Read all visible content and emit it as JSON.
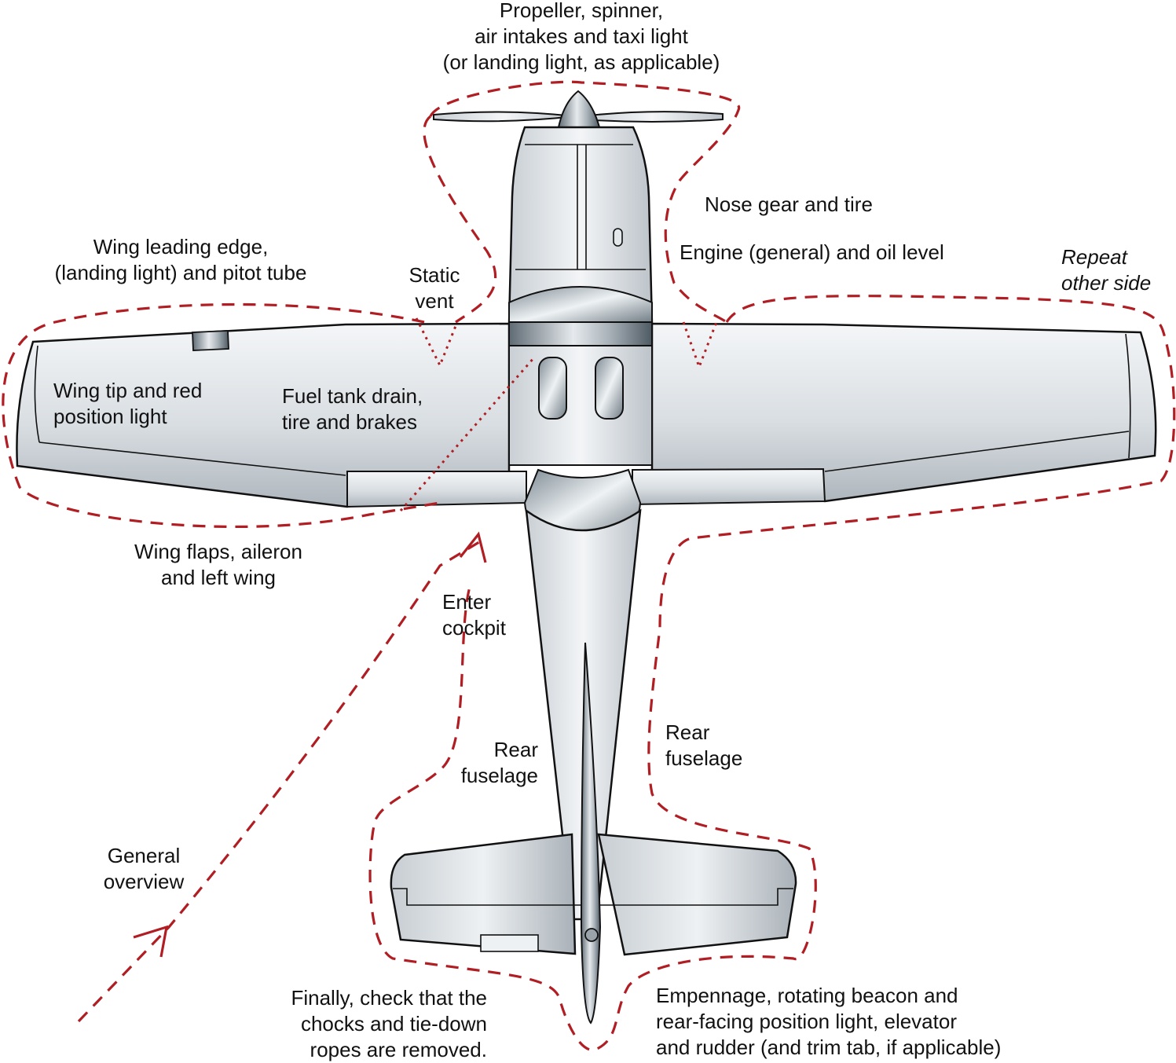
{
  "diagram": {
    "accent_color": "#b01e23",
    "labels": {
      "propeller": "Propeller, spinner,\nair intakes and taxi light\n(or landing light, as applicable)",
      "nose_gear": "Nose gear and tire",
      "engine": "Engine (general) and oil level",
      "repeat": "Repeat\nother side",
      "wing_leading_edge": "Wing leading edge,\n(landing light) and pitot tube",
      "static_vent": "Static\nvent",
      "wing_tip": "Wing tip and red\nposition light",
      "fuel_tank": "Fuel tank drain,\ntire and brakes",
      "wing_flaps": "Wing flaps, aileron\nand left wing",
      "enter_cockpit": "Enter\ncockpit",
      "rear_fuselage_left": "Rear\nfuselage",
      "rear_fuselage_right": "Rear\nfuselage",
      "general_overview": "General\noverview",
      "finally": "Finally, check that the\nchocks and tie-down\nropes are removed.",
      "empennage": "Empennage, rotating beacon and\nrear-facing position light, elevator\nand rudder (and trim tab, if applicable)"
    }
  }
}
